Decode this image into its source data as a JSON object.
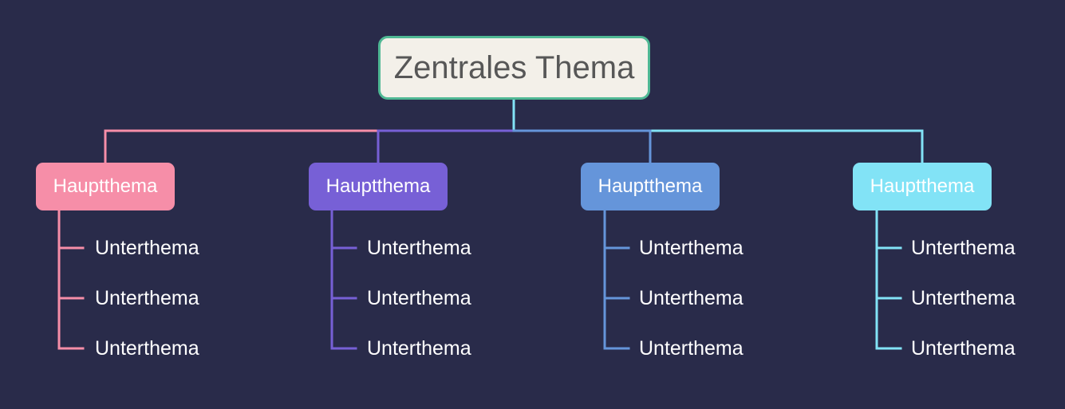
{
  "root": {
    "label": "Zentrales Thema",
    "fill": "#f3f0e9",
    "border": "#4fb894"
  },
  "branches": [
    {
      "label": "Hauptthema",
      "color": "#f68ea8",
      "subtopics": [
        "Unterthema",
        "Unterthema",
        "Unterthema"
      ]
    },
    {
      "label": "Hauptthema",
      "color": "#7760d6",
      "subtopics": [
        "Unterthema",
        "Unterthema",
        "Unterthema"
      ]
    },
    {
      "label": "Hauptthema",
      "color": "#6595da",
      "subtopics": [
        "Unterthema",
        "Unterthema",
        "Unterthema"
      ]
    },
    {
      "label": "Hauptthema",
      "color": "#82e3f6",
      "subtopics": [
        "Unterthema",
        "Unterthema",
        "Unterthema"
      ]
    }
  ],
  "background": "#292b4a"
}
